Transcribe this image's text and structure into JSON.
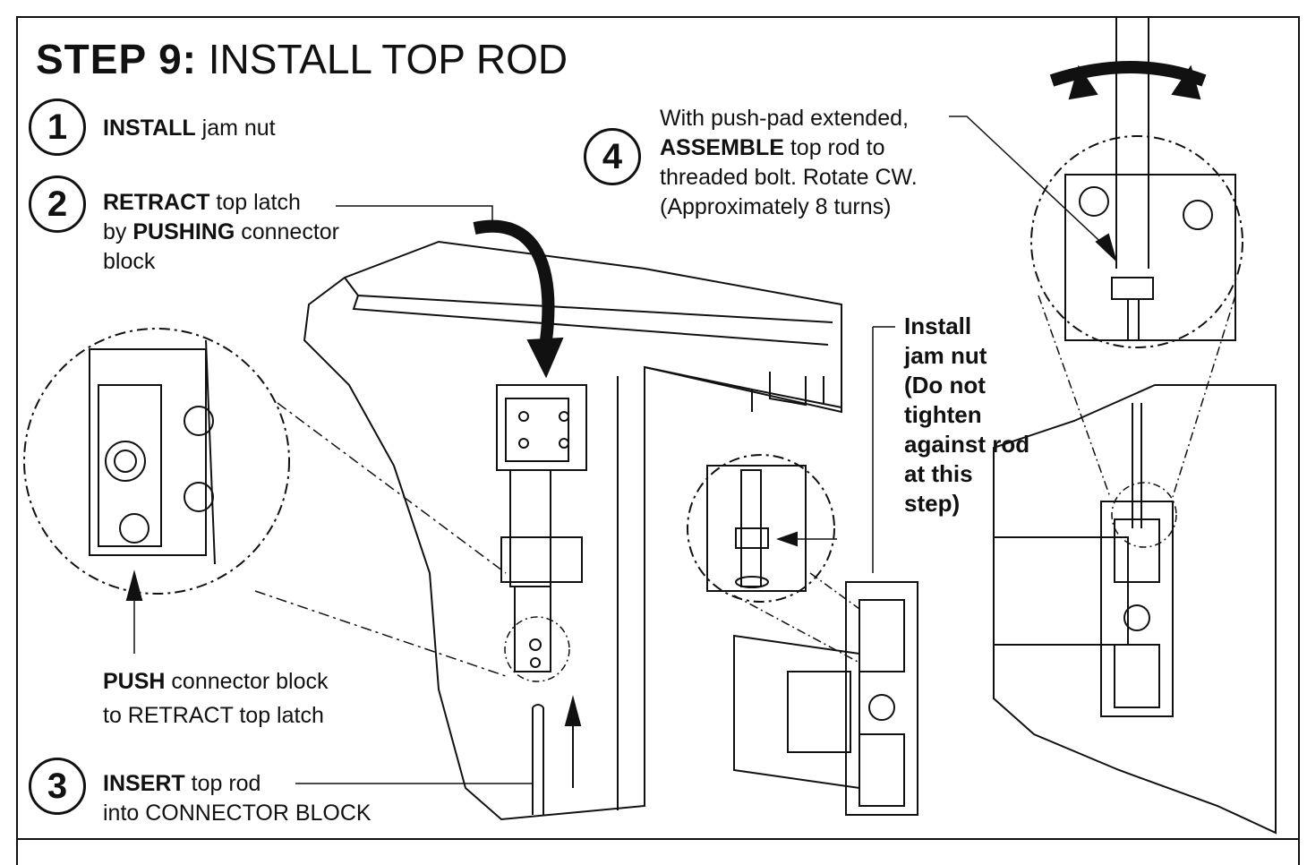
{
  "title": {
    "step": "STEP 9:",
    "rest": "INSTALL TOP ROD"
  },
  "steps": [
    {
      "num": "1",
      "key": "INSTALL",
      "text": " jam nut"
    },
    {
      "num": "2",
      "key": "RETRACT",
      "text": " top latch",
      "line2_pre": "by ",
      "line2_key": "PUSHING",
      "line2_post": " connector",
      "line3": "block"
    },
    {
      "num": "3",
      "key": "INSERT",
      "text": " top rod",
      "line2": "into CONNECTOR BLOCK"
    },
    {
      "num": "4",
      "line1": "With push-pad extended,",
      "key": "ASSEMBLE",
      "text": " top rod to",
      "line3": "threaded bolt. Rotate CW.",
      "line4": "(Approximately 8 turns)"
    }
  ],
  "push_note": {
    "key": "PUSH",
    "text": " connector block",
    "line2": "to RETRACT top latch"
  },
  "jam_note": [
    "Install",
    "jam nut",
    "(Do not",
    "tighten",
    "against rod",
    "at this",
    "step)"
  ]
}
